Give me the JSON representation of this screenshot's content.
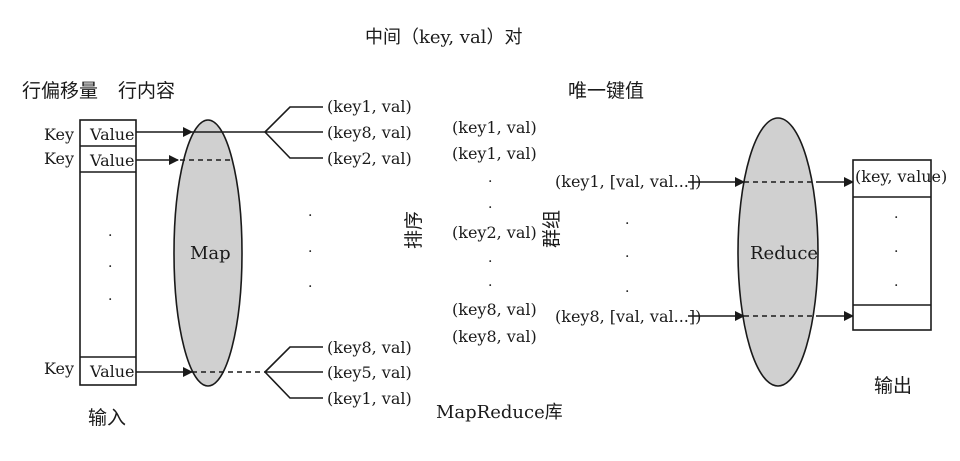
{
  "title": "中间（key, val）对",
  "input": {
    "header_offset": "行偏移量",
    "header_content": "行内容",
    "rows": [
      {
        "key": "Key",
        "value": "Value"
      },
      {
        "key": "Key",
        "value": "Value"
      },
      {
        "key": "Key",
        "value": "Value"
      }
    ],
    "caption": "输入"
  },
  "map_label": "Map",
  "map_outputs_top": [
    "(key1, val)",
    "(key8, val)",
    "(key2, val)"
  ],
  "map_outputs_bottom": [
    "(key8, val)",
    "(key5, val)",
    "(key1, val)"
  ],
  "sort_label": "排序",
  "sorted_pairs_top": [
    "(key1, val)",
    "(key1, val)"
  ],
  "sorted_pairs_mid": [
    "(key2, val)"
  ],
  "sorted_pairs_bottom": [
    "(key8, val)",
    "(key8, val)"
  ],
  "library_label": "MapReduce库",
  "unique_key_label": "唯一键值",
  "group_label": "群组",
  "grouped": [
    "(key1, [val, val...])",
    "(key8, [val, val...])"
  ],
  "reduce_label": "Reduce",
  "output": {
    "first_cell": "(key, value)",
    "caption": "输出"
  },
  "colors": {
    "ellipse_fill": "#d0d0d0",
    "stroke": "#1a1a1a"
  }
}
